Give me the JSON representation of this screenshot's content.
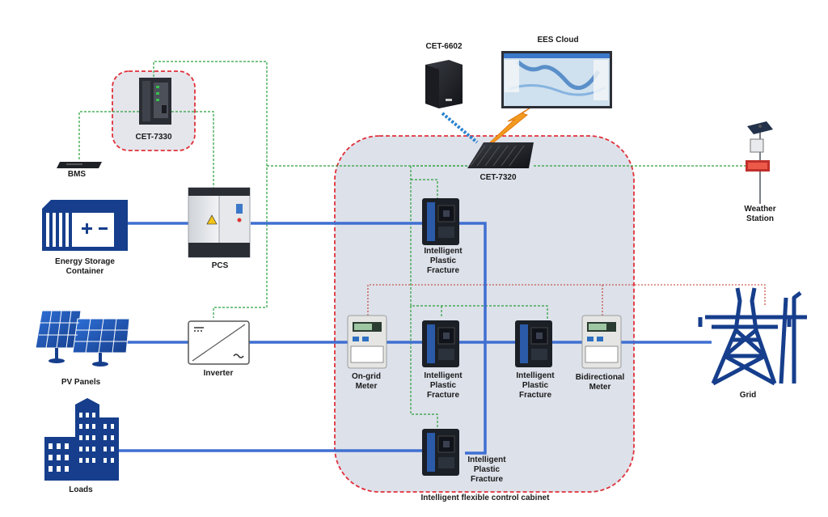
{
  "labels": {
    "cet6602": "CET-6602",
    "ees_cloud": "EES Cloud",
    "cet7330": "CET-7330",
    "bms": "BMS",
    "cet7320": "CET-7320",
    "weather_1": "Weather",
    "weather_2": "Station",
    "pcs": "PCS",
    "storage_1": "Energy Storage",
    "storage_2": "Container",
    "pv": "PV Panels",
    "inverter": "Inverter",
    "loads": "Loads",
    "grid": "Grid",
    "ongrid_1": "On-grid",
    "ongrid_2": "Meter",
    "bidir_1": "Bidirectional",
    "bidir_2": "Meter",
    "ipf_word1": "Intelligent",
    "ipf_word2": "Plastic",
    "ipf_word3": "Fracture",
    "cabinet": "Intelligent flexible control cabinet"
  },
  "colors": {
    "power_line": "#3f6fd1",
    "comm_line": "#2aa13b",
    "rs485_line": "#c0392b",
    "cabinet_fill": "#dde1ea",
    "cabinet_border": "#e0303a",
    "icon_blue": "#163e8c",
    "cloud_link": "#2b84d0",
    "wireless": "#f29a1f"
  },
  "icons": [
    "cabinet-icon",
    "server-icon",
    "monitor-icon",
    "gateway-icon",
    "bms-icon",
    "pcs-icon",
    "container-icon",
    "solar-panel-icon",
    "inverter-icon",
    "building-icon",
    "transmission-tower-icon",
    "meter-icon",
    "breaker-icon",
    "weather-station-icon"
  ]
}
